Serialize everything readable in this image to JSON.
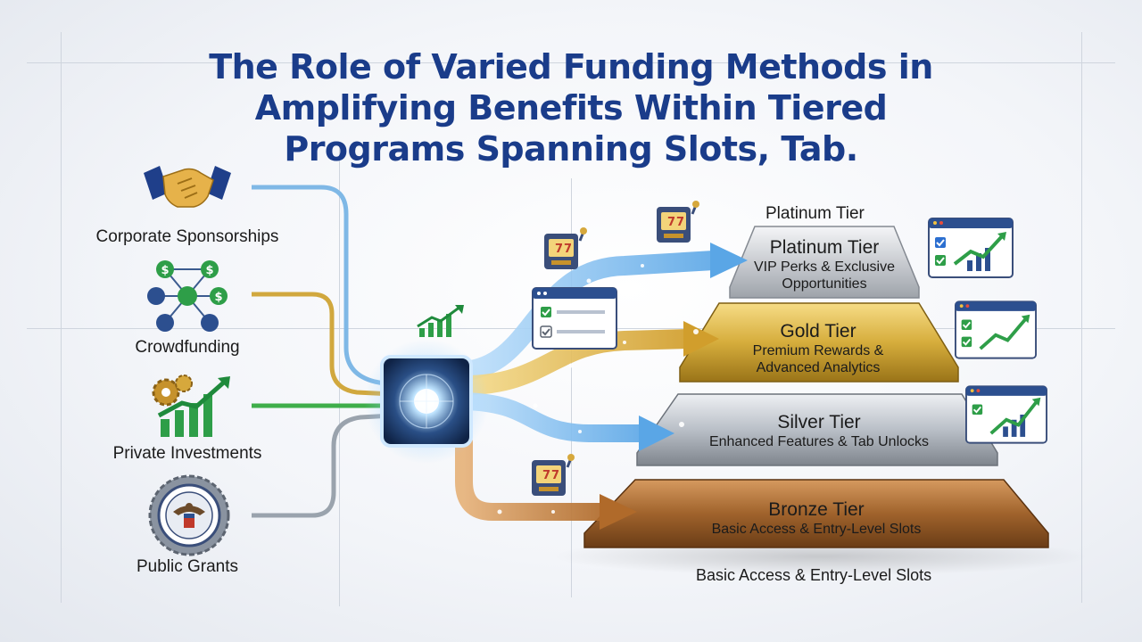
{
  "title": {
    "line1": "The Role of Varied Funding Methods in",
    "line2": "Amplifying Benefits Within Tiered",
    "line3": "Programs Spanning Slots, Tab."
  },
  "sources": [
    {
      "label": "Corporate Sponsorships",
      "icon": "handshake-icon",
      "flow_color": "#7fb8e6"
    },
    {
      "label": "Crowdfunding",
      "icon": "people-network-icon",
      "flow_color": "#d1a83e"
    },
    {
      "label": "Private Investments",
      "icon": "gears-growth-chart-icon",
      "flow_color": "#3fae4a"
    },
    {
      "label": "Public Grants",
      "icon": "government-seal-icon",
      "flow_color": "#9aa3ad"
    }
  ],
  "hub": {
    "icon": "energy-hub-icon"
  },
  "tiers": [
    {
      "name": "Platinum Tier",
      "description_line1": "VIP Perks & Exclusive",
      "description_line2": "Opportunities",
      "color": "#c9ccd1"
    },
    {
      "name": "Gold Tier",
      "description_line1": "Premium Rewards &",
      "description_line2": "Advanced Analytics",
      "color": "#d6ad3c"
    },
    {
      "name": "Silver Tier",
      "description_line1": "Enhanced Features & Tab Unlocks",
      "description_line2": "",
      "color": "#b9bfc7"
    },
    {
      "name": "Bronze Tier",
      "description_line1": "Basic Access & Entry-Level Slots",
      "description_line2": "",
      "color": "#a0632c"
    }
  ],
  "floating_labels": {
    "top": "Platinum Tier",
    "bottom": "Basic Access & Entry-Level Slots"
  },
  "decor_icons": [
    "slot-machine-icon",
    "checklist-window-icon",
    "growth-chart-icon",
    "analytics-dashboard-icon"
  ],
  "colors": {
    "title": "#1a3c8a",
    "arrow_blue": "#7fc0f0",
    "arrow_gold": "#e2b84a",
    "arrow_bronze": "#c9853e"
  }
}
